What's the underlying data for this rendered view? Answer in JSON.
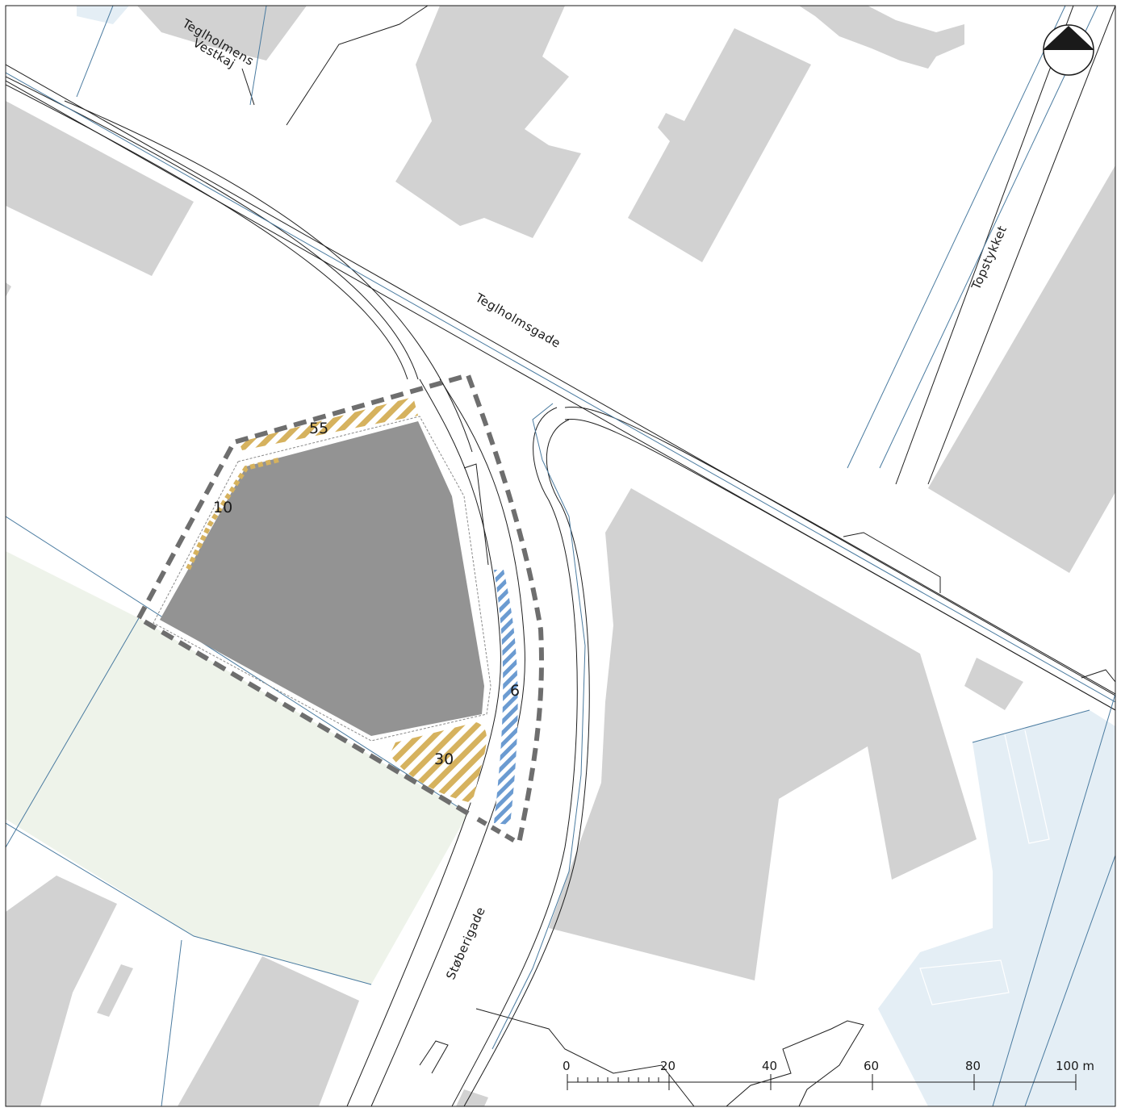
{
  "streets": {
    "teglholmens_vestkaj_line1": "Teglholmens",
    "teglholmens_vestkaj_line2": "Vestkaj",
    "teglholmsgade": "Teglholmsgade",
    "topstykket": "Topstykket",
    "stoberigade": "Støberigade"
  },
  "zones": {
    "north_strip": "55",
    "west_strip": "10",
    "south_corner": "30",
    "bike_lane": "6"
  },
  "scale_bar": {
    "labels": [
      "0",
      "20",
      "40",
      "60",
      "80",
      "100 m"
    ]
  },
  "north_arrow": {
    "icon": "north-arrow-icon"
  },
  "colors": {
    "building": "#d2d2d2",
    "project_building": "#939393",
    "boundary": "#6e6e6e",
    "yellow_hatch": "#d6b25e",
    "blue_hatch": "#6b9bd1",
    "green_area": "#eef3ea",
    "water_area": "#e4eef5",
    "cadastral_line": "#4a7ba0"
  }
}
